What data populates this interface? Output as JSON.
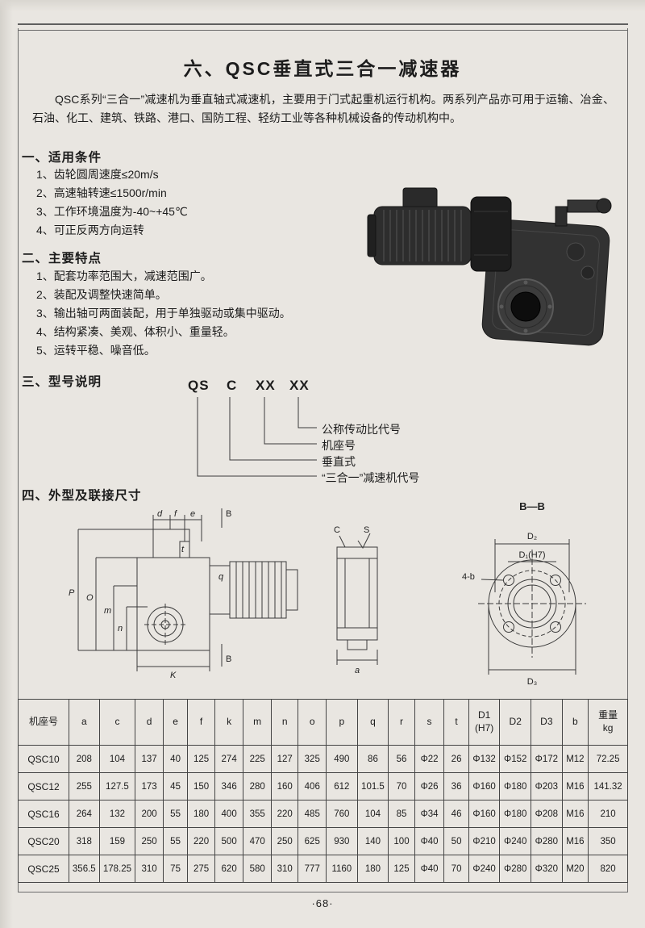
{
  "page": {
    "title": "六、QSC垂直式三合一减速器",
    "intro": "QSC系列“三合一”减速机为垂直轴式减速机，主要用于门式起重机运行机构。两系列产品亦可用于运输、冶金、石油、化工、建筑、铁路、港口、国防工程、轻纺工业等各种机械设备的传动机构中。",
    "page_number": "·68·"
  },
  "conditions": {
    "heading": "一、适用条件",
    "items": [
      "1、齿轮圆周速度≤20m/s",
      "2、高速轴转速≤1500r/min",
      "3、工作环境温度为-40~+45℃",
      "4、可正反两方向运转"
    ]
  },
  "features": {
    "heading": "二、主要特点",
    "items": [
      "1、配套功率范围大，减速范围广。",
      "2、装配及调整快速简单。",
      "3、输出轴可两面装配，用于单独驱动或集中驱动。",
      "4、结构紧凑、美观、体积小、重量轻。",
      "5、运转平稳、噪音低。"
    ]
  },
  "model": {
    "heading": "三、型号说明",
    "code": [
      "QS",
      "C",
      "XX",
      "XX"
    ],
    "labels": [
      "公称传动比代号",
      "机座号",
      "垂直式",
      "“三合一”减速机代号"
    ]
  },
  "dimensions": {
    "heading": "四、外型及联接尺寸",
    "section_view_label": "B—B",
    "side_labels": {
      "B_top": "B",
      "d": "d",
      "f": "f",
      "e": "e",
      "t": "t",
      "q": "q",
      "P": "P",
      "O": "O",
      "m": "m",
      "n": "n",
      "K": "K",
      "B_bottom": "B"
    },
    "front_labels": {
      "C": "C",
      "S": "S",
      "a": "a"
    },
    "flange_labels": {
      "D2": "D₂",
      "D1": "D₁(H7)",
      "bolt": "4-b",
      "D3": "D₃"
    }
  },
  "table": {
    "headers": [
      "机座号",
      "a",
      "c",
      "d",
      "e",
      "f",
      "k",
      "m",
      "n",
      "o",
      "p",
      "q",
      "r",
      "s",
      "t",
      "D1\n(H7)",
      "D2",
      "D3",
      "b",
      "重量\nkg"
    ],
    "rows": [
      {
        "model": "QSC10",
        "values": [
          "208",
          "104",
          "137",
          "40",
          "125",
          "274",
          "225",
          "127",
          "325",
          "490",
          "86",
          "56",
          "Φ22",
          "26",
          "Φ132",
          "Φ152",
          "Φ172",
          "M12",
          "72.25"
        ]
      },
      {
        "model": "QSC12",
        "values": [
          "255",
          "127.5",
          "173",
          "45",
          "150",
          "346",
          "280",
          "160",
          "406",
          "612",
          "101.5",
          "70",
          "Φ26",
          "36",
          "Φ160",
          "Φ180",
          "Φ203",
          "M16",
          "141.32"
        ]
      },
      {
        "model": "QSC16",
        "values": [
          "264",
          "132",
          "200",
          "55",
          "180",
          "400",
          "355",
          "220",
          "485",
          "760",
          "104",
          "85",
          "Φ34",
          "46",
          "Φ160",
          "Φ180",
          "Φ208",
          "M16",
          "210"
        ]
      },
      {
        "model": "QSC20",
        "values": [
          "318",
          "159",
          "250",
          "55",
          "220",
          "500",
          "470",
          "250",
          "625",
          "930",
          "140",
          "100",
          "Φ40",
          "50",
          "Φ210",
          "Φ240",
          "Φ280",
          "M16",
          "350"
        ]
      },
      {
        "model": "QSC25",
        "values": [
          "356.5",
          "178.25",
          "310",
          "75",
          "275",
          "620",
          "580",
          "310",
          "777",
          "1160",
          "180",
          "125",
          "Φ40",
          "70",
          "Φ240",
          "Φ280",
          "Φ320",
          "M20",
          "820"
        ]
      }
    ]
  }
}
